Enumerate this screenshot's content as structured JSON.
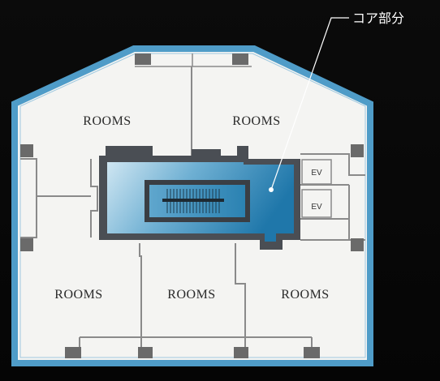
{
  "callout": {
    "label": "コア部分"
  },
  "rooms": {
    "top_left": "ROOMS",
    "top_right": "ROOMS",
    "bottom_left": "ROOMS",
    "bottom_center": "ROOMS",
    "bottom_right": "ROOMS"
  },
  "elevators": {
    "upper": "EV",
    "lower": "EV"
  },
  "colors": {
    "outer_wall": "#4f9cc8",
    "floor": "#f4f4f2",
    "partition": "#8a8a8a",
    "column": "#6a6a6a",
    "core_dark": "#4a4e54",
    "core_blue": "#2f86b4"
  }
}
